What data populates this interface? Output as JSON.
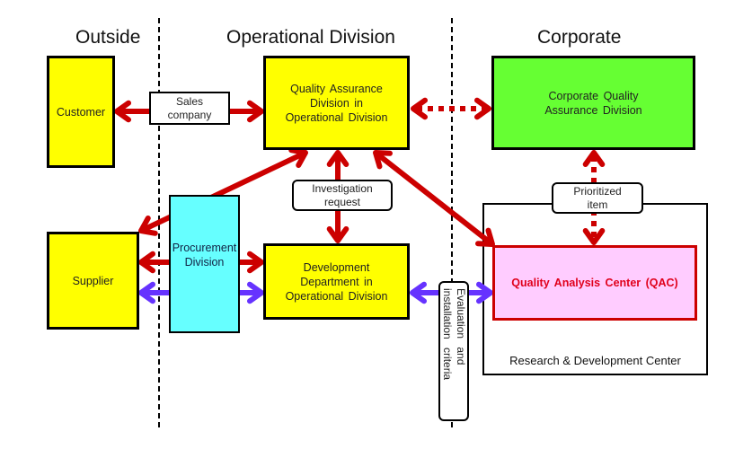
{
  "sections": {
    "outside": "Outside",
    "operational": "Operational Division",
    "corporate": "Corporate"
  },
  "boxes": {
    "customer": "Customer",
    "qa_operational": "Quality Assurance Division in Operational Division",
    "corporate_qa": "Corporate Quality Assurance Division",
    "supplier": "Supplier",
    "procurement": "Procurement Division",
    "development": "Development Department in Operational Division",
    "qac": "Quality Analysis Center (QAC)",
    "rnd_center": "Research & Development Center"
  },
  "labels": {
    "sales_company": "Sales company",
    "investigation_request": "Investigation request",
    "prioritized_item": "Prioritized item",
    "evaluation_criteria": "Evaluation and installation criteria"
  },
  "colors": {
    "yellow": "#FFFF00",
    "green": "#66FF33",
    "cyan": "#66FFFF",
    "pink": "#FFCCFF",
    "red_arrow": "#CC0000",
    "purple_arrow": "#6633FF",
    "qac_text": "#E0001B"
  }
}
